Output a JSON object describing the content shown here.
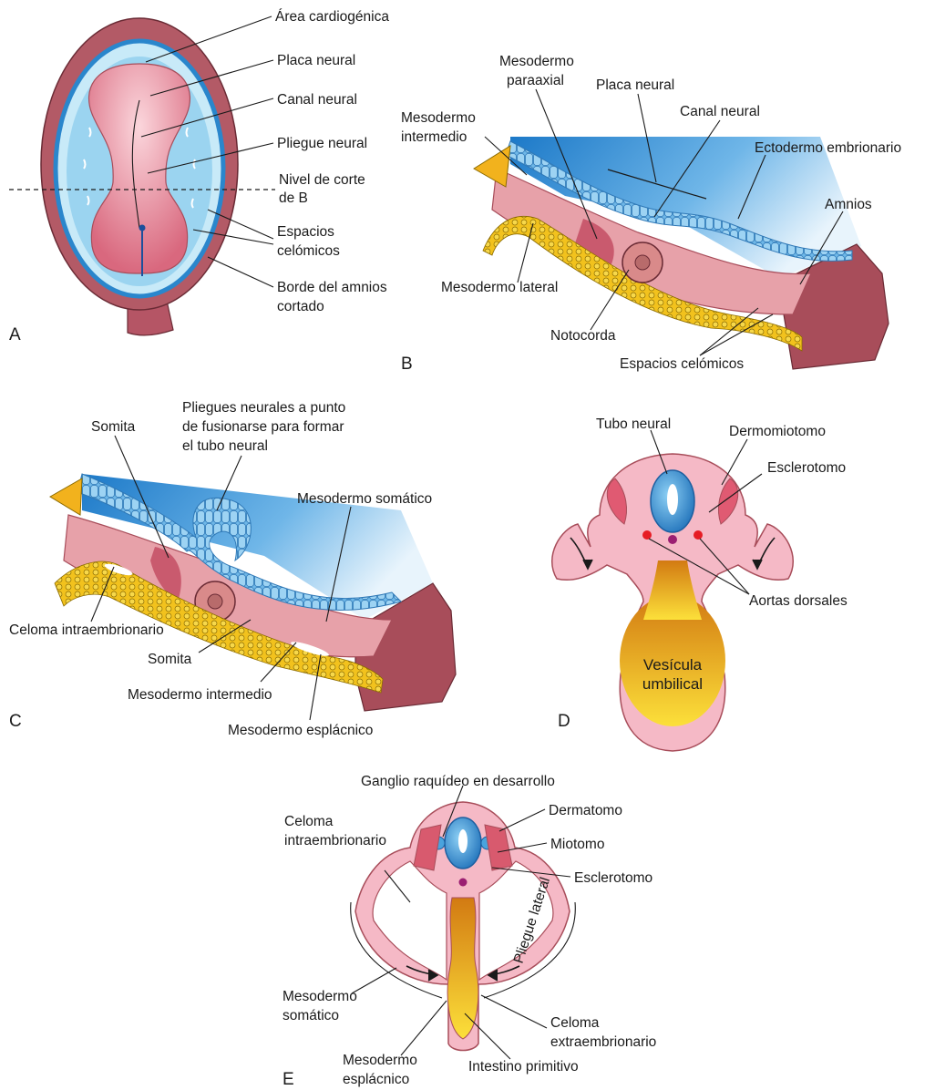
{
  "panel_letters": {
    "a": "A",
    "b": "B",
    "c": "C",
    "d": "D",
    "e": "E"
  },
  "panel_a": {
    "area_cardiogenica": "Área cardiogénica",
    "placa_neural": "Placa neural",
    "canal_neural": "Canal neural",
    "pliegue_neural": "Pliegue neural",
    "nivel_corte_1": "Nivel de corte",
    "nivel_corte_2": "de B",
    "espacios_1": "Espacios",
    "espacios_2": "celómicos",
    "borde_1": "Borde del amnios",
    "borde_2": "cortado"
  },
  "panel_b": {
    "mesodermo_paraaxial_1": "Mesodermo",
    "mesodermo_paraaxial_2": "paraaxial",
    "placa_neural": "Placa neural",
    "canal_neural": "Canal neural",
    "mesodermo_intermedio_1": "Mesodermo",
    "mesodermo_intermedio_2": "intermedio",
    "ectodermo_embrionario": "Ectodermo embrionario",
    "amnios": "Amnios",
    "mesodermo_lateral": "Mesodermo lateral",
    "notocorda": "Notocorda",
    "espacios_celomicos": "Espacios celómicos"
  },
  "panel_c": {
    "pliegues_1": "Pliegues neurales a punto",
    "pliegues_2": "de fusionarse para formar",
    "pliegues_3": "el tubo neural",
    "somita_top": "Somita",
    "mesodermo_somatico": "Mesodermo somático",
    "celoma_intraembrionario": "Celoma intraembrionario",
    "somita_bottom": "Somita",
    "mesodermo_intermedio": "Mesodermo intermedio",
    "mesodermo_esplacnico": "Mesodermo esplácnico"
  },
  "panel_d": {
    "tubo_neural": "Tubo neural",
    "dermomiotomo": "Dermomiotomo",
    "esclerotomo": "Esclerotomo",
    "aortas_dorsales": "Aortas dorsales",
    "vesicula_1": "Vesícula",
    "vesicula_2": "umbilical"
  },
  "panel_e": {
    "ganglio": "Ganglio raquídeo en desarrollo",
    "celoma_intra_1": "Celoma",
    "celoma_intra_2": "intraembrionario",
    "dermatomo": "Dermatomo",
    "miotomo": "Miotomo",
    "esclerotomo": "Esclerotomo",
    "pliegue_lateral": "Pliegue lateral",
    "mesodermo_somatico_1": "Mesodermo",
    "mesodermo_somatico_2": "somático",
    "celoma_extra_1": "Celoma",
    "celoma_extra_2": "extraembrionario",
    "mesodermo_esplacnico_1": "Mesodermo",
    "mesodermo_esplacnico_2": "esplácnico",
    "intestino_primitivo": "Intestino primitivo"
  },
  "colors": {
    "ectoderm_blue": "#3a8fd0",
    "mesoderm_pink": "#e8a0a8",
    "wall_maroon": "#a84d5a",
    "yolk_orange": "#e8a21e",
    "yolk_yellow": "#f9d43a",
    "neural_plate": "#e88ea0",
    "outline": "#1a1a1a"
  }
}
